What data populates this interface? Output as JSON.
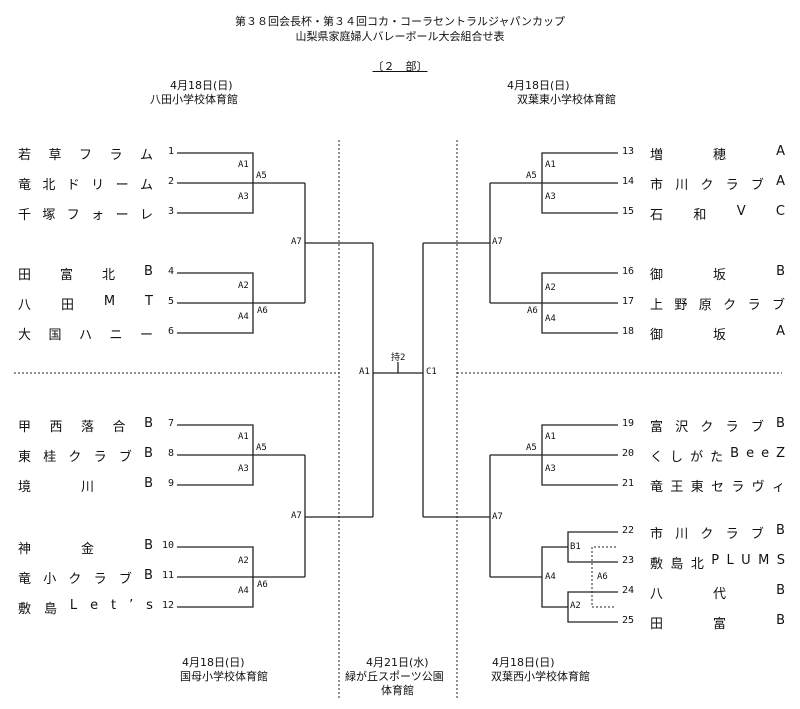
{
  "header": {
    "title_line1": "第３８回会長杯・第３４回コカ・コーラセントラルジャパンカップ",
    "title_line2": "山梨県家庭婦人バレーボール大会組合せ表",
    "division": "〔２　部〕"
  },
  "venues": {
    "top_left": {
      "date": "4月18日(日)",
      "place": "八田小学校体育館"
    },
    "top_right": {
      "date": "4月18日(日)",
      "place": "双葉東小学校体育館"
    },
    "bottom_left": {
      "date": "4月18日(日)",
      "place": "国母小学校体育館"
    },
    "bottom_center": {
      "date": "4月21日(水)",
      "place_line1": "緑が丘スポーツ公園",
      "place_line2": "体育館"
    },
    "bottom_right": {
      "date": "4月18日(日)",
      "place": "双葉西小学校体育館"
    }
  },
  "teams_left": [
    {
      "num": "1",
      "chars": [
        "若",
        "草",
        "フ",
        "ラ",
        "ム"
      ]
    },
    {
      "num": "2",
      "chars": [
        "竜",
        "北",
        "ド",
        "リ",
        "ー",
        "ム"
      ]
    },
    {
      "num": "3",
      "chars": [
        "千",
        "塚",
        "フ",
        "ォ",
        "ー",
        "レ"
      ]
    },
    {
      "num": "4",
      "chars": [
        "田",
        "富",
        "北",
        "B"
      ]
    },
    {
      "num": "5",
      "chars": [
        "八",
        "田",
        "M",
        "T"
      ]
    },
    {
      "num": "6",
      "chars": [
        "大",
        "国",
        "ハ",
        "ニ",
        "ー"
      ]
    },
    {
      "num": "7",
      "chars": [
        "甲",
        "西",
        "落",
        "合",
        "B"
      ]
    },
    {
      "num": "8",
      "chars": [
        "東",
        "桂",
        "ク",
        "ラ",
        "ブ",
        "B"
      ]
    },
    {
      "num": "9",
      "chars": [
        "境",
        "川",
        "B"
      ]
    },
    {
      "num": "10",
      "chars": [
        "神",
        "金",
        "B"
      ]
    },
    {
      "num": "11",
      "chars": [
        "竜",
        "小",
        "ク",
        "ラ",
        "ブ",
        "B"
      ]
    },
    {
      "num": "12",
      "chars": [
        "敷",
        "島",
        "L",
        "e",
        "t",
        "’",
        "s"
      ]
    }
  ],
  "teams_right": [
    {
      "num": "13",
      "chars": [
        "増",
        "穂",
        "A"
      ]
    },
    {
      "num": "14",
      "chars": [
        "市",
        "川",
        "ク",
        "ラ",
        "ブ",
        "A"
      ]
    },
    {
      "num": "15",
      "chars": [
        "石",
        "和",
        "V",
        "C"
      ]
    },
    {
      "num": "16",
      "chars": [
        "御",
        "坂",
        "B"
      ]
    },
    {
      "num": "17",
      "chars": [
        "上",
        "野",
        "原",
        "ク",
        "ラ",
        "ブ"
      ]
    },
    {
      "num": "18",
      "chars": [
        "御",
        "坂",
        "A"
      ]
    },
    {
      "num": "19",
      "chars": [
        "富",
        "沢",
        "ク",
        "ラ",
        "ブ",
        "B"
      ]
    },
    {
      "num": "20",
      "chars": [
        "く",
        "し",
        "が",
        "た",
        "B",
        "e",
        "e",
        "Z"
      ]
    },
    {
      "num": "21",
      "chars": [
        "竜",
        "王",
        "東",
        "セ",
        "ラ",
        "ヴ",
        "ィ"
      ]
    },
    {
      "num": "22",
      "chars": [
        "市",
        "川",
        "ク",
        "ラ",
        "ブ",
        "B"
      ]
    },
    {
      "num": "23",
      "chars": [
        "敷",
        "島",
        "北",
        "P",
        "L",
        "U",
        "M",
        "S"
      ]
    },
    {
      "num": "24",
      "chars": [
        "八",
        "代",
        "B"
      ]
    },
    {
      "num": "25",
      "chars": [
        "田",
        "富",
        "B"
      ]
    }
  ],
  "match_labels": {
    "a1": "A1",
    "a2": "A2",
    "a3": "A3",
    "a4": "A4",
    "a5": "A5",
    "a6": "A6",
    "a7": "A7",
    "b1": "B1",
    "c1": "C1",
    "final_a1": "A1",
    "seed": "持2"
  }
}
